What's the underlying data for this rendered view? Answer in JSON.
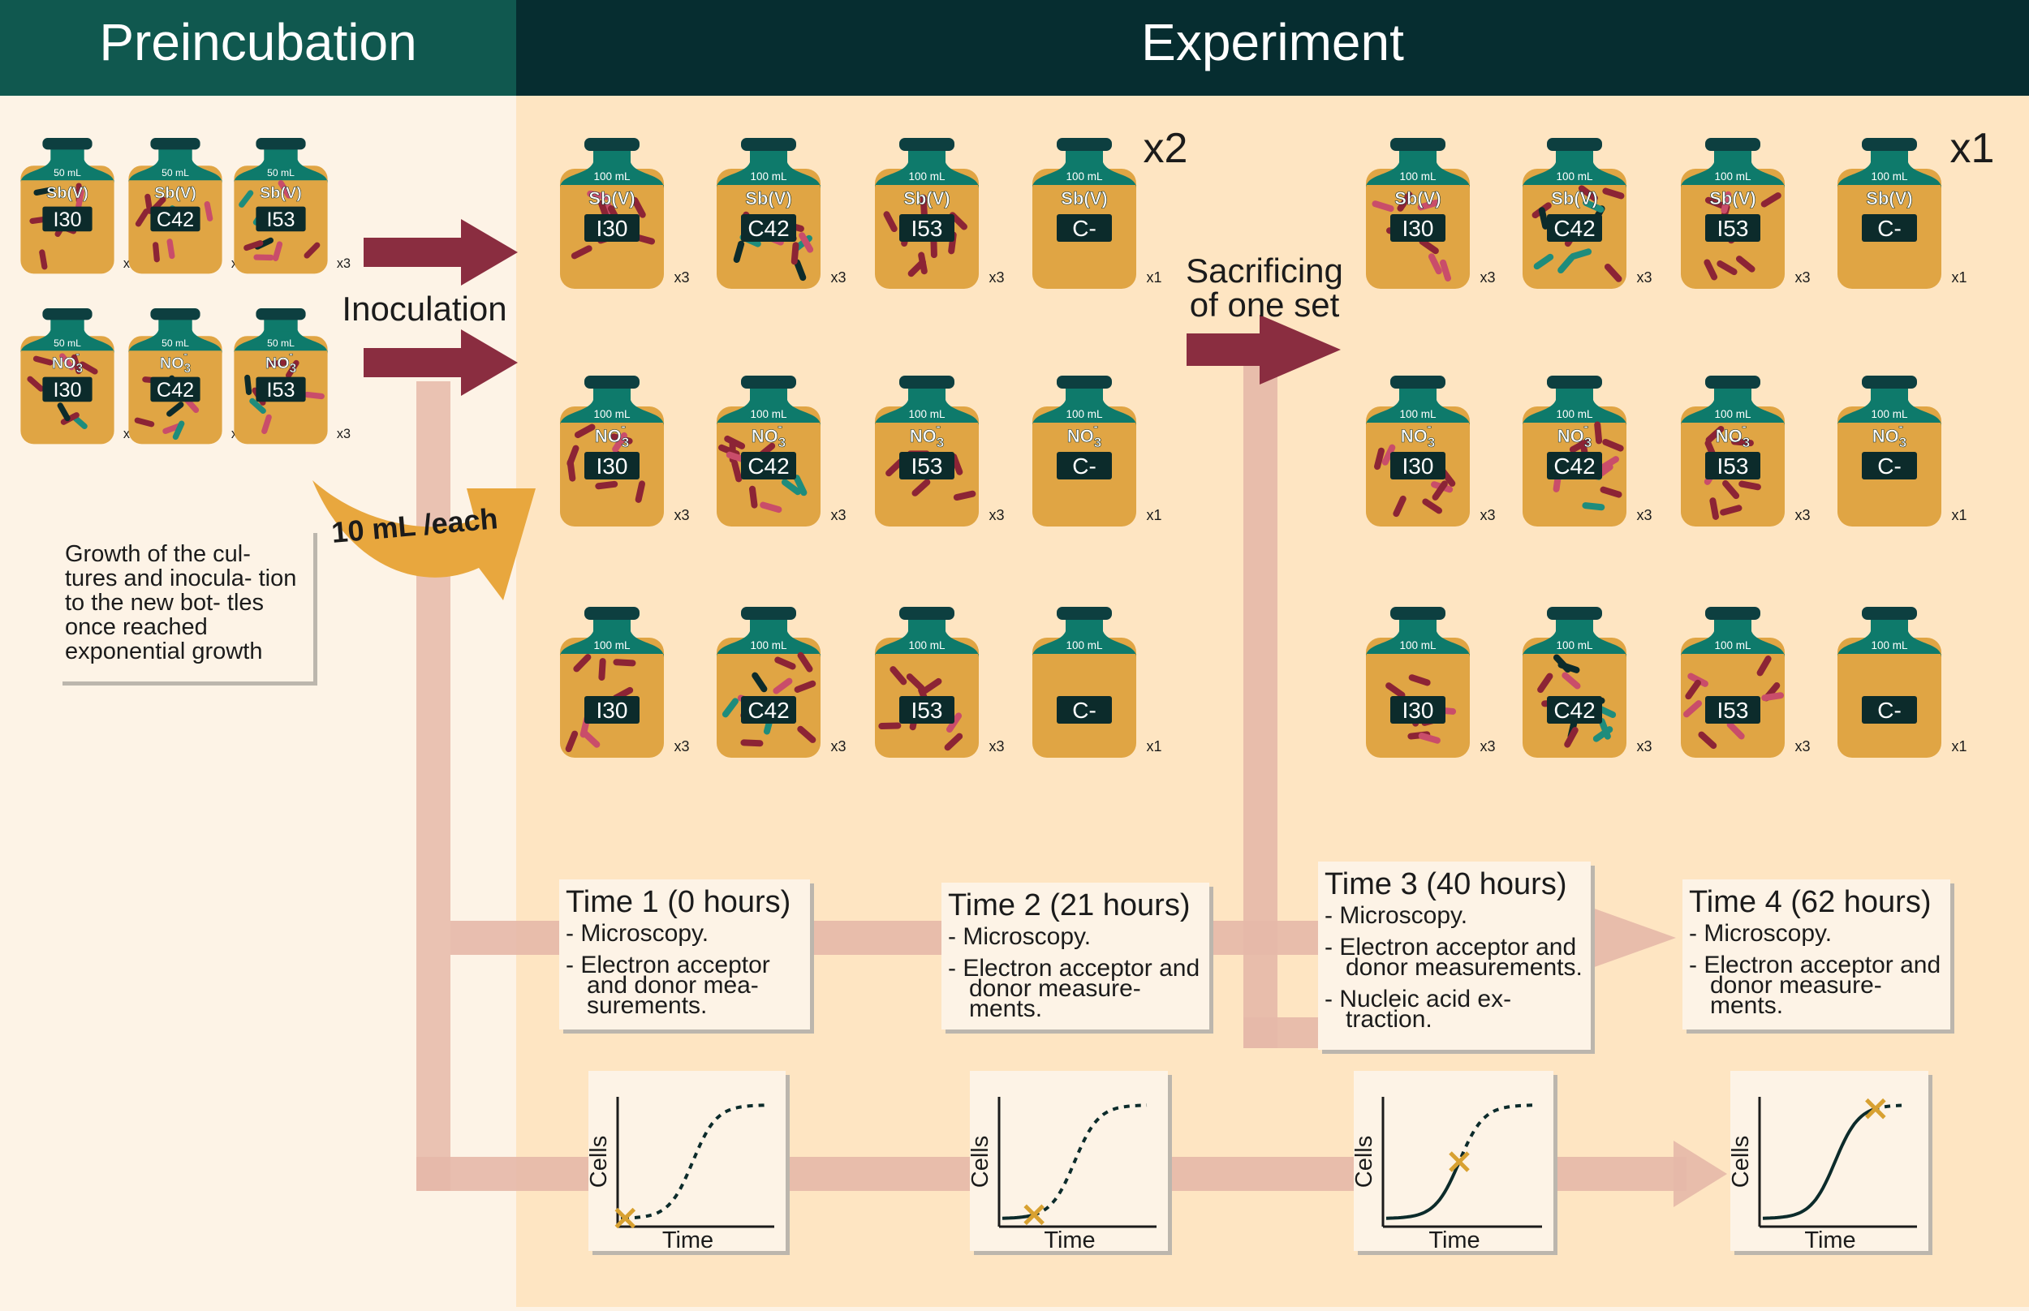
{
  "header": {
    "preincubation": "Preincubation",
    "experiment": "Experiment"
  },
  "colors": {
    "header_pre": "#10584f",
    "header_exp": "#062d30",
    "panel_pre": "#fdf3e6",
    "panel_exp": "#fee5c2",
    "bottle_cap": "#0d3f40",
    "bottle_neck": "#0e7a6b",
    "bottle_body": "#e0a544",
    "label_dark": "#0c2b2b",
    "arrow_red": "#8a2d40",
    "arrow_orange": "#e8a73e",
    "flow_pink": "#e6b8a8",
    "cell_red": "#8c2435",
    "cell_pink": "#c94d6a",
    "cell_teal": "#1e8c7c",
    "marker": "#d8a131"
  },
  "pre_bottles": [
    {
      "volume": "50 mL",
      "substrate": "Sb(V)",
      "strain": "I30",
      "count": "x3"
    },
    {
      "volume": "50 mL",
      "substrate": "Sb(V)",
      "strain": "C42",
      "count": "x3"
    },
    {
      "volume": "50 mL",
      "substrate": "Sb(V)",
      "strain": "I53",
      "count": "x3"
    },
    {
      "volume": "50 mL",
      "substrate": "NO3",
      "substrate_sup": "-",
      "strain": "I30",
      "count": "x3"
    },
    {
      "volume": "50 mL",
      "substrate": "NO3",
      "substrate_sup": "-",
      "strain": "C42",
      "count": "x3"
    },
    {
      "volume": "50 mL",
      "substrate": "NO3",
      "substrate_sup": "-",
      "strain": "I53",
      "count": "x3"
    }
  ],
  "experiment": {
    "volume": "100 mL",
    "set1_multiplier": "x2",
    "set2_multiplier": "x1",
    "rows": [
      {
        "substrate": "Sb(V)",
        "sup": ""
      },
      {
        "substrate": "NO3",
        "sup": "-"
      },
      {
        "substrate": "",
        "sup": ""
      }
    ],
    "strains": [
      "I30",
      "C42",
      "I53",
      "C-"
    ],
    "counts": [
      "x3",
      "x3",
      "x3",
      "x1"
    ]
  },
  "labels": {
    "inoculation": "Inoculation",
    "inoculum": "10 mL /each",
    "sacrificing_line1": "Sacrificing",
    "sacrificing_line2": "of one set",
    "growth_note": "Growth of the cul- tures and inocula- tion to the new bot- tles once reached exponential growth",
    "asterisk": "*"
  },
  "timepoints": [
    {
      "title": "Time 1 (0 hours)",
      "items": [
        "- Microscopy.",
        "- Electron acceptor and donor mea- surements."
      ]
    },
    {
      "title": "Time 2 (21 hours)",
      "items": [
        "- Microscopy.",
        "- Electron acceptor and donor measure- ments."
      ]
    },
    {
      "title": "Time 3 (40 hours)",
      "items": [
        "- Microscopy.",
        "- Electron acceptor and donor measurements.",
        "- Nucleic acid ex- traction."
      ]
    },
    {
      "title": "Time 4 (62 hours)",
      "items": [
        "- Microscopy.",
        "- Electron acceptor and donor measure- ments."
      ]
    }
  ],
  "growth_charts": [
    {
      "xlabel": "Time",
      "ylabel": "Cells",
      "marker_fraction": 0.03
    },
    {
      "xlabel": "Time",
      "ylabel": "Cells",
      "marker_fraction": 0.22
    },
    {
      "xlabel": "Time",
      "ylabel": "Cells",
      "marker_fraction": 0.5
    },
    {
      "xlabel": "Time",
      "ylabel": "Cells",
      "marker_fraction": 0.78
    }
  ]
}
